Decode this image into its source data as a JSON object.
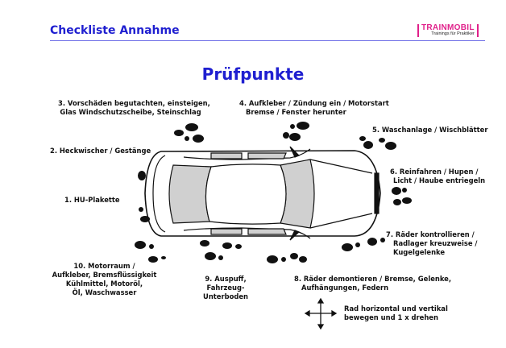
{
  "header": {
    "title": "Checkliste Annahme",
    "logo_name": "TRAINMOBIL",
    "logo_tagline": "Trainings für Praktiker"
  },
  "heading": "Prüfpunkte",
  "points": {
    "p1": [
      "1. HU-Plakette"
    ],
    "p2": [
      "2. Heckwischer / Gestänge"
    ],
    "p3": [
      "3. Vorschäden begutachten, einsteigen,",
      "Glas Windschutzscheibe, Steinschlag"
    ],
    "p4": [
      "4. Aufkleber / Zündung ein / Motorstart",
      "Bremse / Fenster herunter"
    ],
    "p5": [
      "5. Waschanlage / Wischblätter"
    ],
    "p6": [
      "6. Reinfahren / Hupen /",
      "Licht / Haube entriegeln"
    ],
    "p7": [
      "7. Räder kontrollieren /",
      "Radlager kreuzweise /",
      "Kugelgelenke"
    ],
    "p8": [
      "8. Räder demontieren / Bremse, Gelenke,",
      "Aufhängungen, Federn"
    ],
    "p9": [
      "9. Auspuff,",
      "Fahrzeug-",
      "Unterboden"
    ],
    "p10": [
      "10. Motorraum /",
      "Aufkleber,  Bremsflüssigkeit",
      "Kühlmittel, Motoröl,",
      "Öl, Waschwasser"
    ]
  },
  "wheel_note": [
    "Rad horizontal und vertikal",
    "bewegen und 1 x drehen"
  ]
}
